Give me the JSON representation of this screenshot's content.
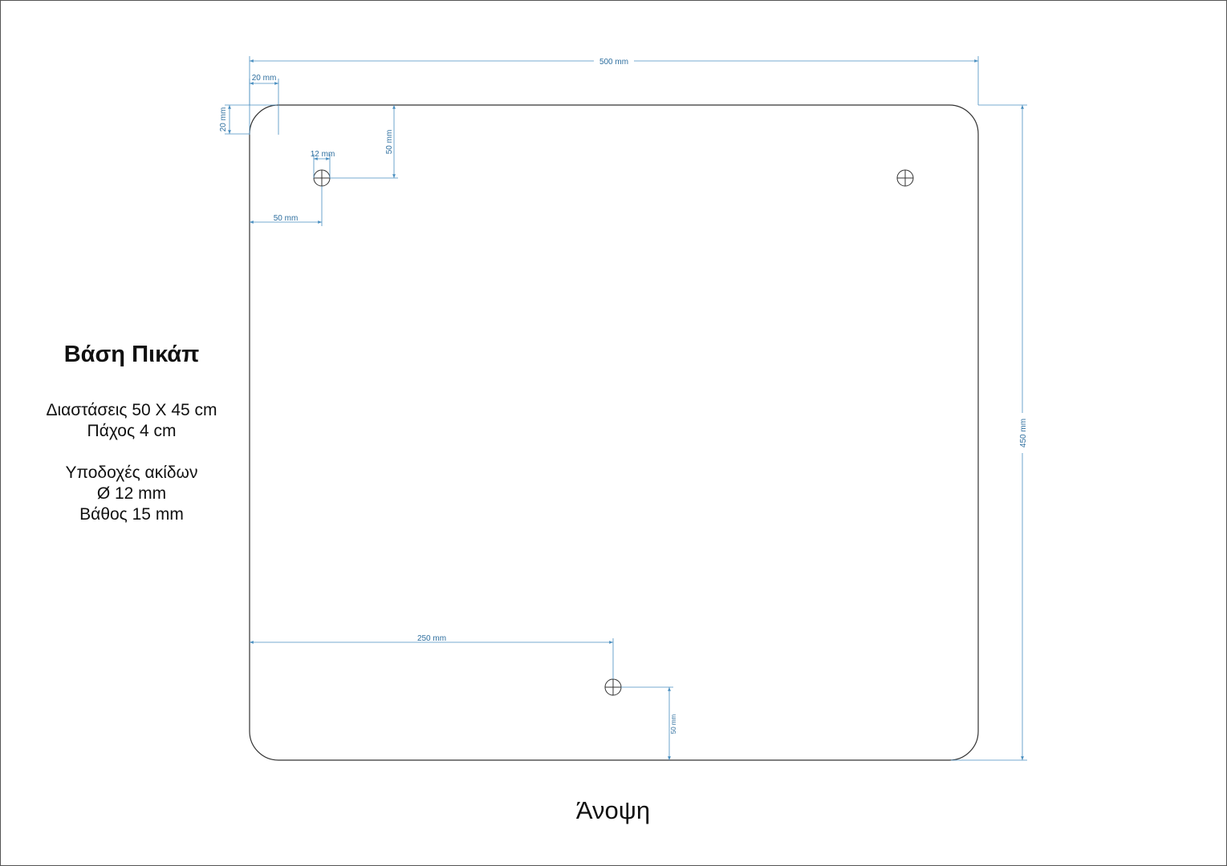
{
  "title": "Βάση Πικάπ",
  "specs": {
    "dimensions": "Διαστάσεις 50 X 45 cm",
    "thickness": "Πάχος 4 cm",
    "holes_heading": "Υποδοχές ακίδων",
    "hole_diameter": "Ø 12 mm",
    "hole_depth": "Βάθος 15 mm"
  },
  "view_label": "Άνοψη",
  "dimensions": {
    "overall_width": "500 mm",
    "overall_height": "450 mm",
    "corner_radius_x": "20 mm",
    "corner_radius_y": "20 mm",
    "hole_diameter": "12 mm",
    "hole_offset_top": "50 mm",
    "hole_offset_side": "50 mm",
    "bottom_hole_offset_x": "250 mm",
    "bottom_hole_offset_bottom": "50 mm"
  },
  "colors": {
    "dimension_line": "#4a8fc0",
    "outline": "#333333"
  }
}
